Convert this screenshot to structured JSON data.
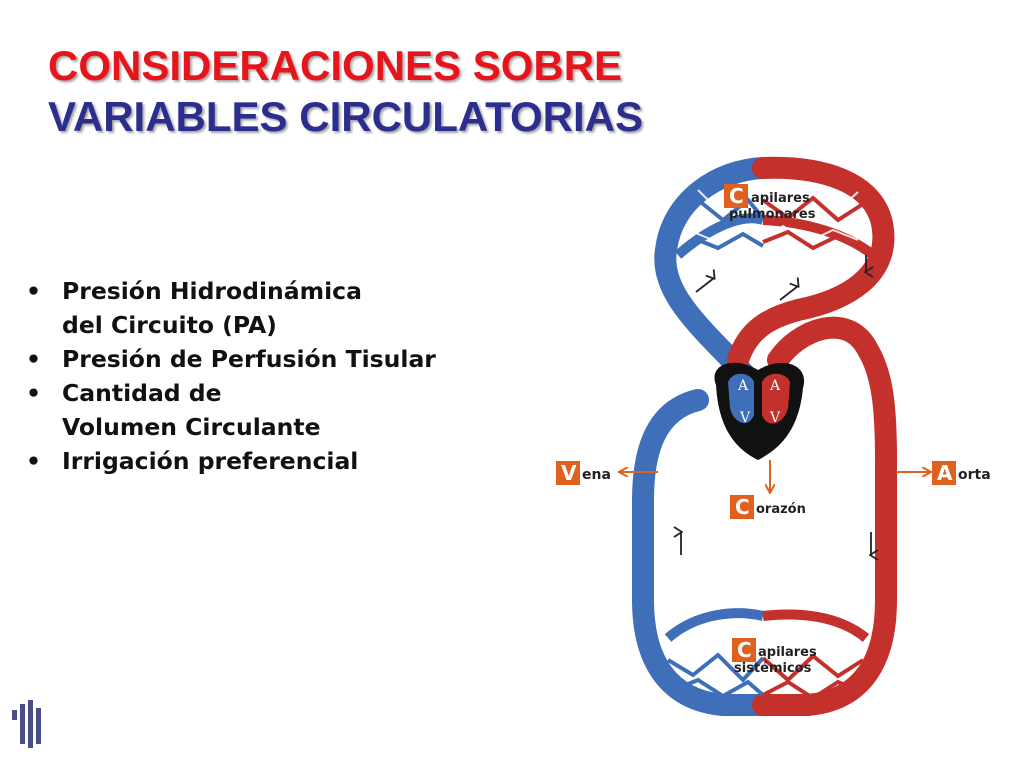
{
  "title": {
    "line1": "CONSIDERACIONES SOBRE",
    "line2": "VARIABLES CIRCULATORIAS"
  },
  "bullets": [
    {
      "lines": [
        "Presión Hidrodinámica",
        "del Circuito (PA)"
      ]
    },
    {
      "lines": [
        "Presión de Perfusión Tisular"
      ]
    },
    {
      "lines": [
        "Cantidad de",
        "Volumen Circulante"
      ]
    },
    {
      "lines": [
        "Irrigación preferencial"
      ]
    }
  ],
  "bullet_symbol": "•",
  "diagram": {
    "capilares_pulmonares": {
      "letter": "C",
      "line1": "apilares",
      "line2": "pulmonares"
    },
    "capilares_sistemicos": {
      "letter": "C",
      "line1": "apilares",
      "line2": "sistémicos"
    },
    "vena": {
      "letter": "V",
      "rest": "ena"
    },
    "aorta": {
      "letter": "A",
      "rest": "orta"
    },
    "corazon": {
      "letter": "C",
      "rest": "orazón"
    },
    "chambers": {
      "left_atrium": "A",
      "right_atrium": "A",
      "left_ventricle": "V",
      "right_ventricle": "V"
    }
  },
  "colors": {
    "title_red": "#e8141c",
    "title_blue": "#2b2e8e",
    "vein_blue": "#3f6fb8",
    "artery_red": "#c4302b",
    "badge_orange": "#e0601e",
    "heart_dark": "#111111"
  },
  "icons": {
    "logo": "vertical-bars-logo-icon",
    "arrow_left": "arrow-left-icon",
    "arrow_right": "arrow-right-icon",
    "arrow_down": "arrow-down-icon"
  }
}
